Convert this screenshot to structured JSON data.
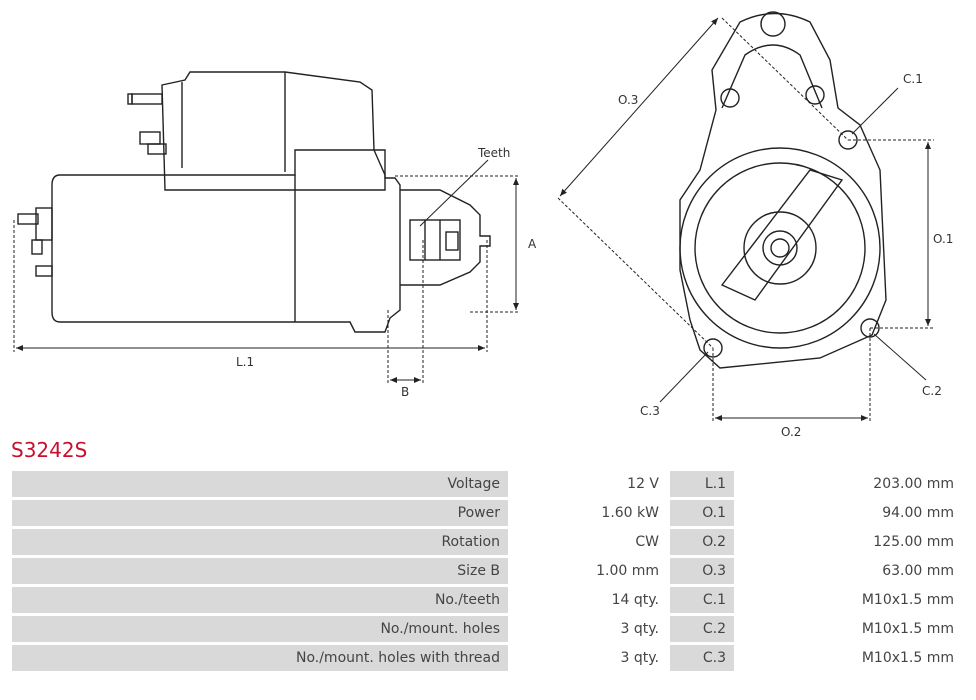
{
  "drawing": {
    "labels": {
      "teeth": "Teeth",
      "a": "A",
      "b": "B",
      "l1": "L.1",
      "o1": "O.1",
      "o2": "O.2",
      "o3": "O.3",
      "c1": "C.1",
      "c2": "C.2",
      "c3": "C.3"
    }
  },
  "part_code": "S3242S",
  "specs": [
    {
      "label": "Voltage",
      "value": "12 V",
      "code": "L.1",
      "dim": "203.00 mm"
    },
    {
      "label": "Power",
      "value": "1.60 kW",
      "code": "O.1",
      "dim": "94.00 mm"
    },
    {
      "label": "Rotation",
      "value": "CW",
      "code": "O.2",
      "dim": "125.00 mm"
    },
    {
      "label": "Size B",
      "value": "1.00 mm",
      "code": "O.3",
      "dim": "63.00 mm"
    },
    {
      "label": "No./teeth",
      "value": "14 qty.",
      "code": "C.1",
      "dim": "M10x1.5 mm"
    },
    {
      "label": "No./mount. holes",
      "value": "3 qty.",
      "code": "C.2",
      "dim": "M10x1.5 mm"
    },
    {
      "label": "No./mount. holes with thread",
      "value": "3 qty.",
      "code": "C.3",
      "dim": "M10x1.5 mm"
    }
  ]
}
